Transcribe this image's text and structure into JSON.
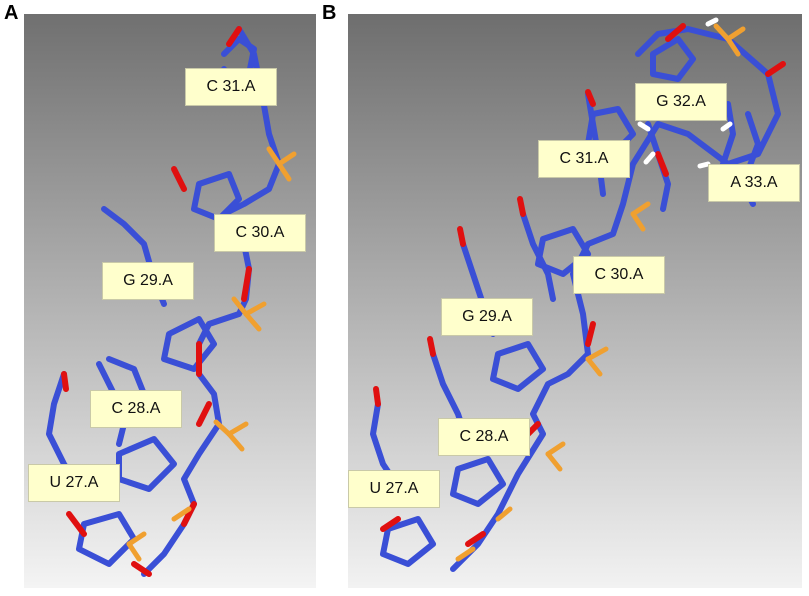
{
  "panels": [
    {
      "letter": "A",
      "residue_labels": [
        "C 31.A",
        "C 30.A",
        "G 29.A",
        "C 28.A",
        "U 27.A"
      ]
    },
    {
      "letter": "B",
      "residue_labels": [
        "G 32.A",
        "C 31.A",
        "A 33.A",
        "C 30.A",
        "G 29.A",
        "C 28.A",
        "U 27.A"
      ]
    }
  ],
  "colors": {
    "background_top": "#6e6e6e",
    "background_bottom": "#f2f2f2",
    "carbon": "#3a4fd6",
    "oxygen": "#e01010",
    "phosphorus": "#f0a030",
    "hydrogen": "#ffffff",
    "label_fill": "#ffffcc"
  }
}
